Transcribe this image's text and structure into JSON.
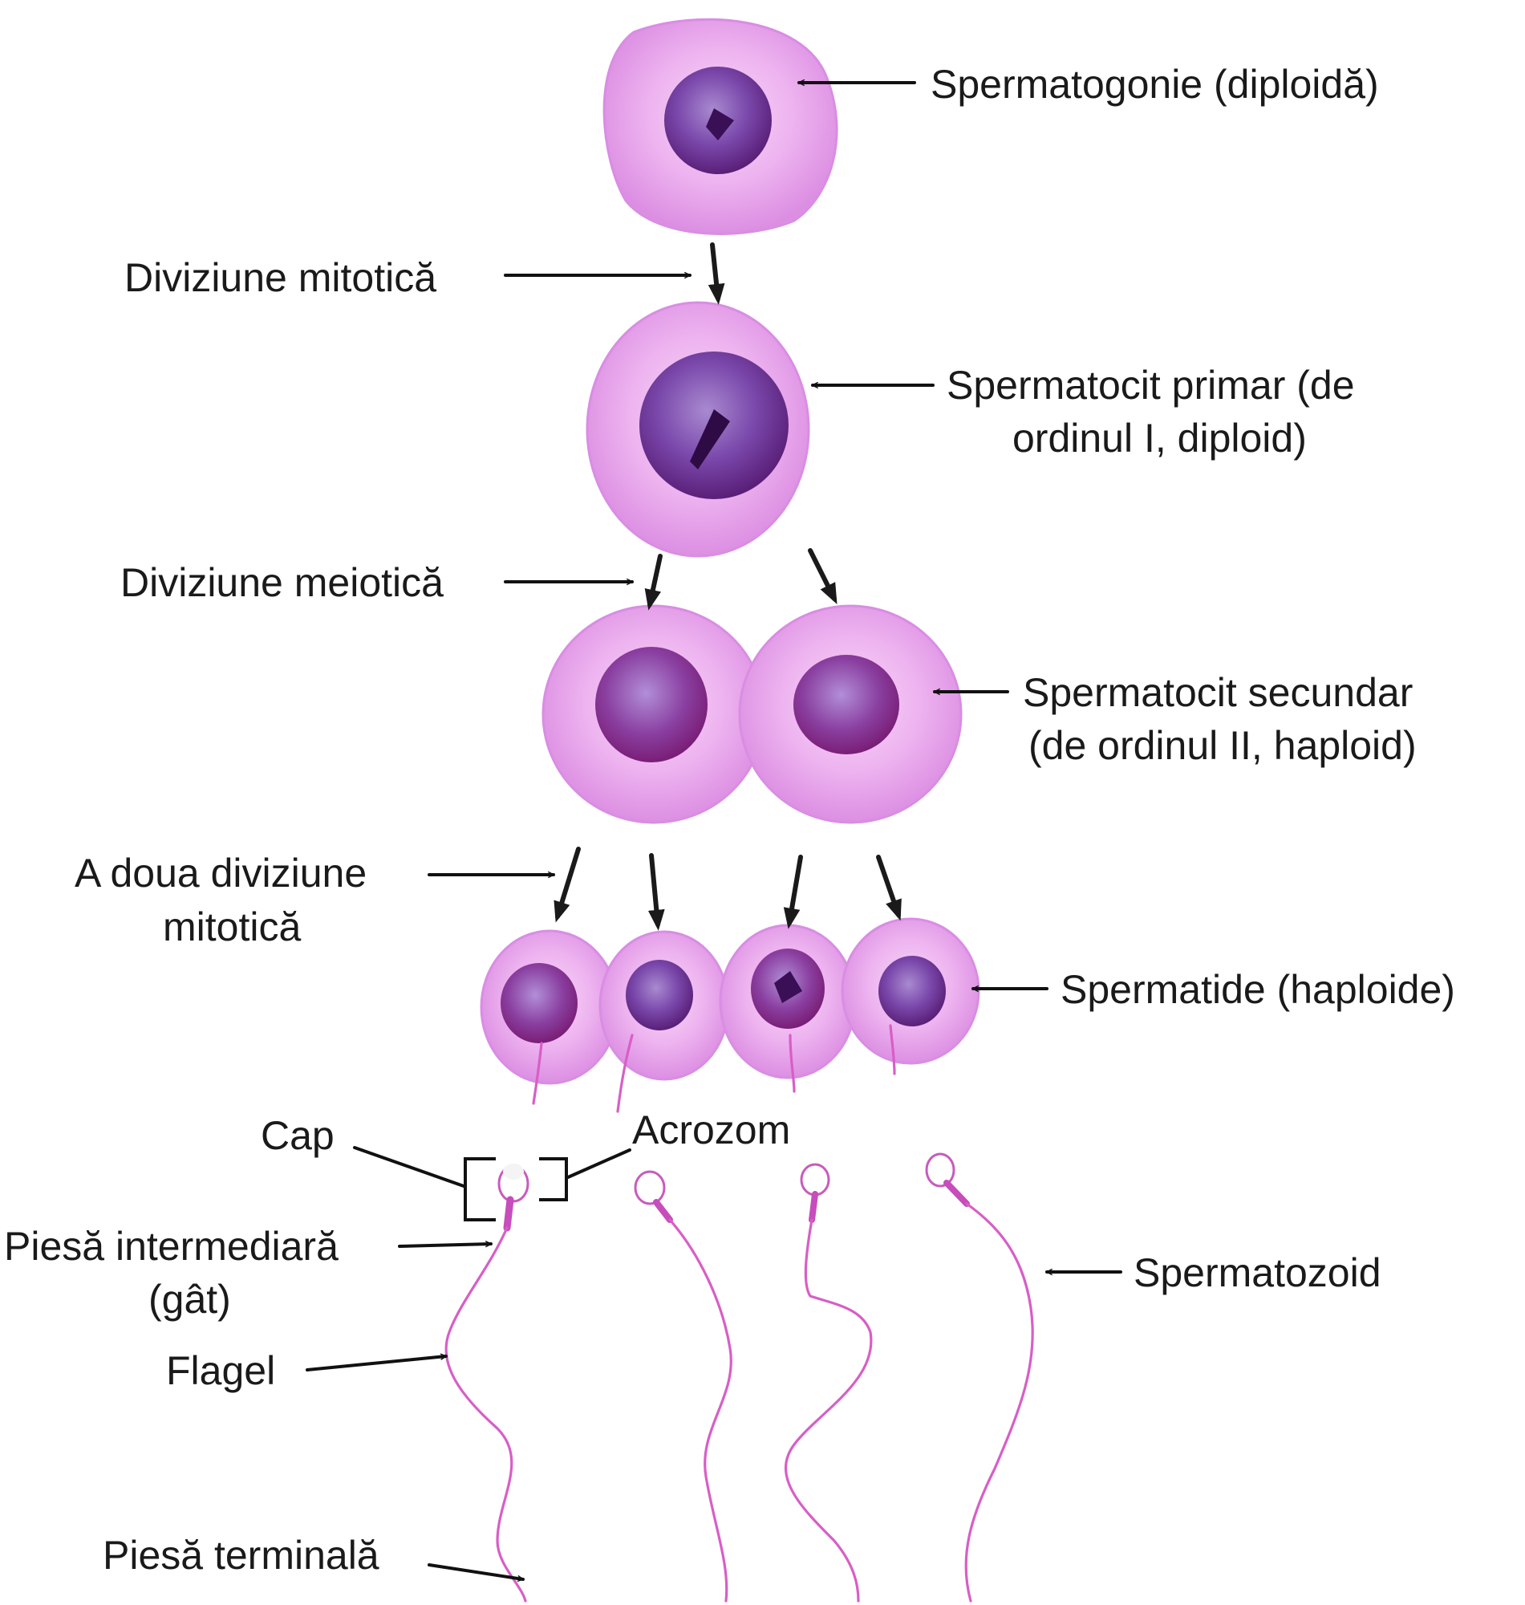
{
  "labels": {
    "spermatogonia": "Spermatogonie (diploidă)",
    "mitotic_division": "Diviziune mitotică",
    "primary_line1": "Spermatocit primar (de",
    "primary_line2": "ordinul I, diploid)",
    "meiotic_division": "Diviziune meiotică",
    "secondary_line1": "Spermatocit secundar",
    "secondary_line2": "(de ordinul II, haploid)",
    "second_div_line1": "A doua diviziune",
    "second_div_line2": "mitotică",
    "spermatids": "Spermatide (haploide)",
    "head": "Cap",
    "acrosome": "Acrozom",
    "midpiece_line1": "Piesă intermediară",
    "midpiece_line2": "(gât)",
    "flagellum": "Flagel",
    "spermatozoon": "Spermatozoid",
    "end_piece": "Piesă terminală"
  },
  "colors": {
    "cytoplasm": "#e9a8ef",
    "cytoplasm_edge": "#d98de3",
    "nucleus": "#7b3fa8",
    "nucleus_dark": "#4a1d66",
    "tail": "#d85ec6",
    "text": "#1a1a1a"
  }
}
